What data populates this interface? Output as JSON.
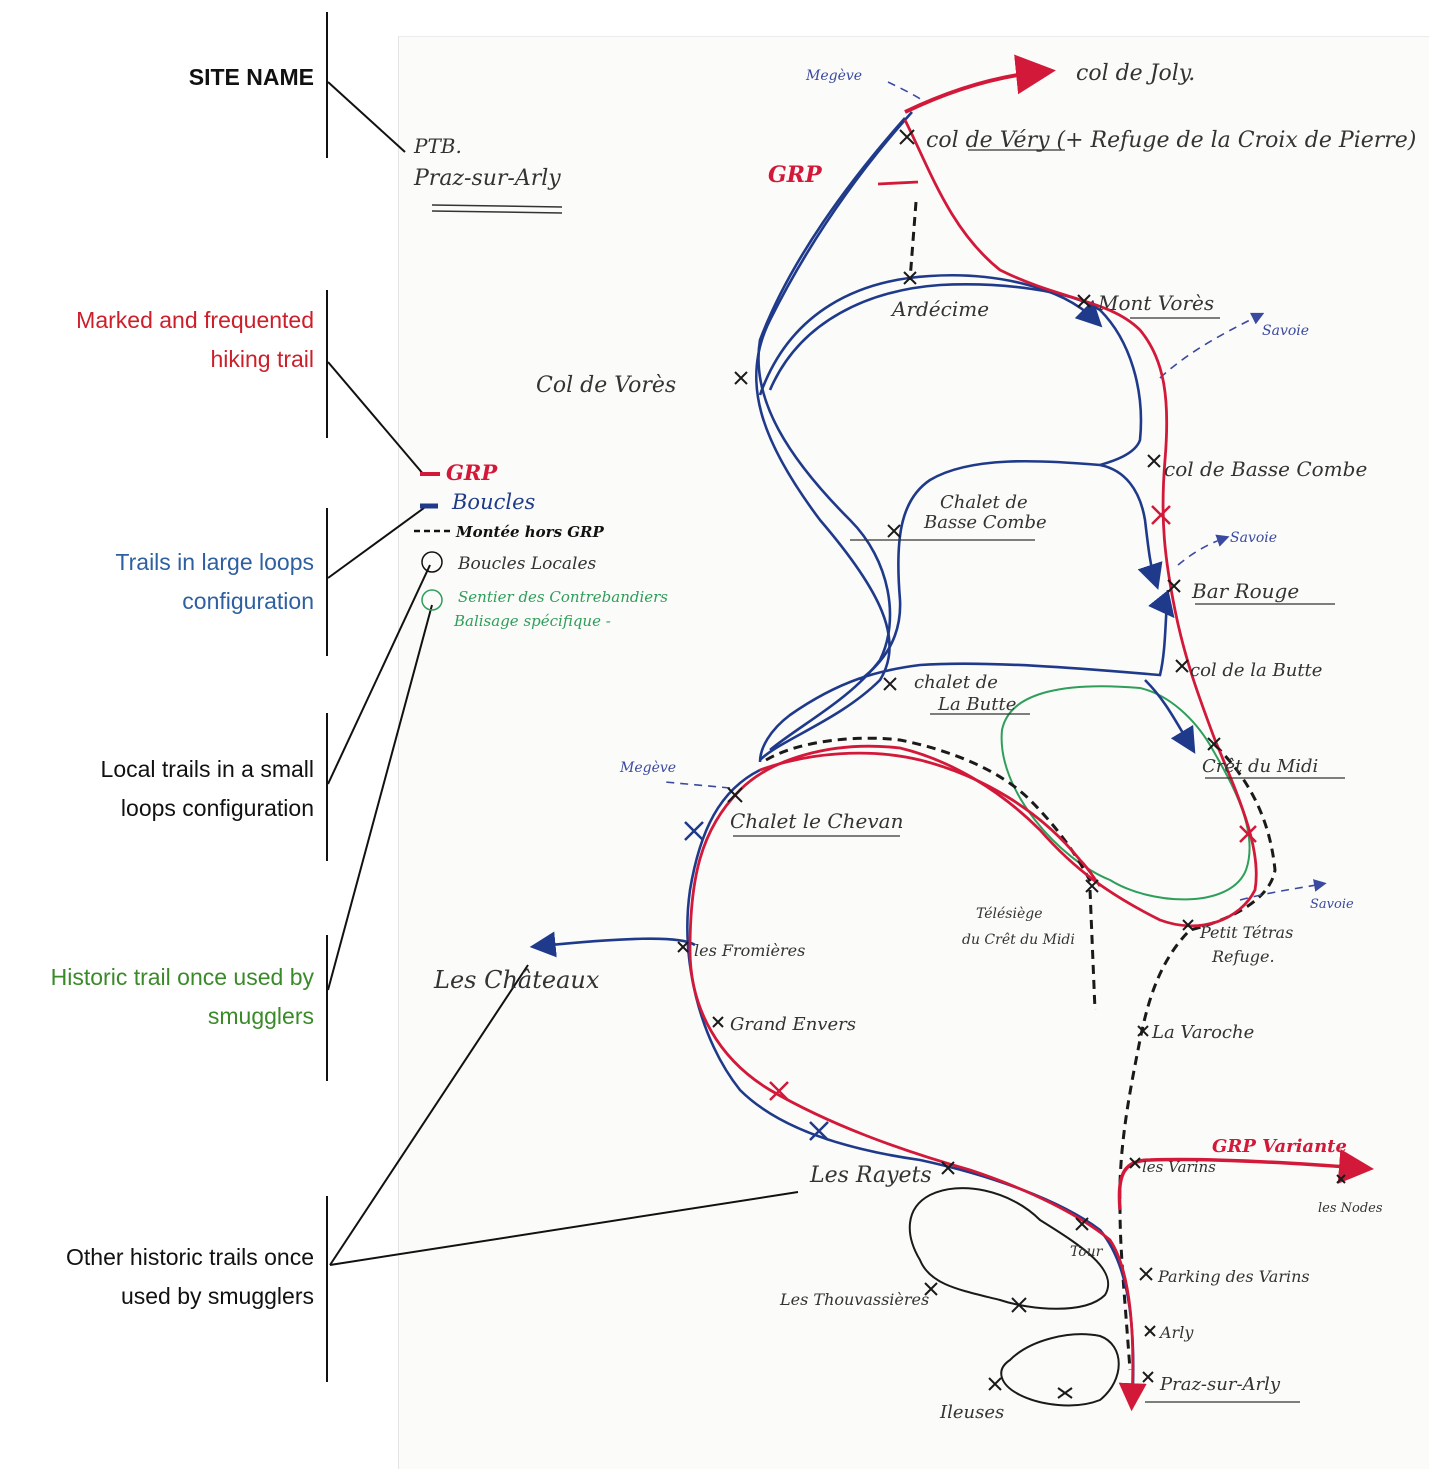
{
  "legend": {
    "site_name": "SITE NAME",
    "marked_trail": [
      "Marked and frequented",
      "hiking trail"
    ],
    "large_loops": [
      "Trails in large loops",
      "configuration"
    ],
    "local_loops": [
      "Local trails in a small",
      "loops configuration"
    ],
    "smugglers_trail": [
      "Historic trail once used by",
      "smugglers"
    ],
    "other_smugglers": [
      "Other historic trails once",
      "used by smugglers"
    ]
  },
  "sketch": {
    "site": [
      "PTB.",
      "Praz-sur-Arly"
    ],
    "key": {
      "grp": "GRP",
      "boucles": "Boucles",
      "montee": "Montée hors GRP",
      "boucles_locales": "Boucles Locales",
      "sentier": "Sentier des Contrebandiers",
      "balisage": "Balisage spécifique -"
    },
    "places": {
      "col_de_joly": "col de Joly.",
      "megeve_top": "Megève",
      "col_de_very": "col de Véry (+ Refuge de la Croix de Pierre)",
      "grp_label": "GRP",
      "ardecime": "Ardécime",
      "mont_vores": "Mont Vorès",
      "savoie_1": "Savoie",
      "col_de_vores": "Col de Vorès",
      "col_basse_combe": "col de Basse Combe",
      "chalet_basse_combe": [
        "Chalet de",
        "Basse Combe"
      ],
      "savoie_2": "Savoie",
      "bar_rouge": "Bar Rouge",
      "col_la_butte": "col de la Butte",
      "chalet_la_butte": [
        "chalet de",
        "La Butte"
      ],
      "megeve_left": "Megève",
      "crest_du_midi": "Crêt du Midi",
      "chalet_le_chevan": "Chalet le Chevan",
      "telesiege": [
        "Télésiège",
        "du Crêt du Midi"
      ],
      "savoie_3": "Savoie",
      "petit_tetras": [
        "Petit Tétras",
        "Refuge."
      ],
      "les_fromieres": "les Fromières",
      "les_chateaux": "Les Châteaux",
      "grand_envers": "Grand Envers",
      "la_varoche": "La Varoche",
      "grp_variante": "GRP Variante",
      "les_rayets": "Les Rayets",
      "les_varins": "les Varins",
      "les_nodes": "les Nodes",
      "tour": "Tour",
      "parking_varins": "Parking des Varins",
      "les_thouvassieres": "Les Thouvassières",
      "arly": "Arly",
      "praz_sur_arly": "Praz-sur-Arly",
      "ileuses": "Ileuses"
    }
  },
  "colors": {
    "red": "#d2193a",
    "blue": "#1f3a8a",
    "green": "#2e9e5a",
    "black": "#1a1a1a",
    "legend_red": "#cc1f2a",
    "legend_blue": "#2e5fa0",
    "legend_green": "#3b8a2a"
  }
}
